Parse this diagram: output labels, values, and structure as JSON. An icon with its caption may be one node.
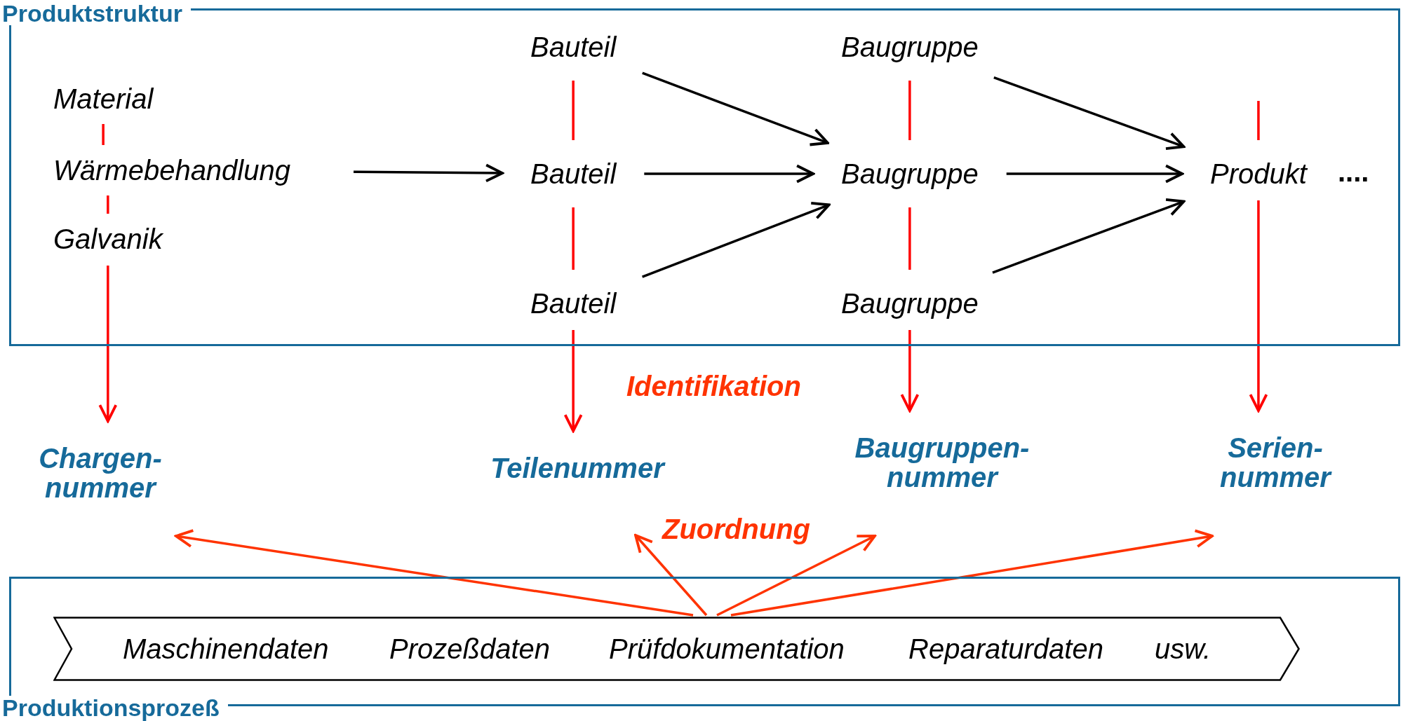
{
  "diagram": {
    "nodes": [
      {
        "text": [
          "Produktstruktur"
        ]
      },
      {
        "text": [
          "Material"
        ],
        "in": 0
      },
      {
        "text": [
          "Wärmebehandlung"
        ],
        "in": 0
      },
      {
        "text": [
          "Galvanik"
        ],
        "in": 0
      },
      {
        "text": [
          "Bauteil"
        ],
        "in": 0
      },
      {
        "text": [
          "Bauteil"
        ],
        "in": 0
      },
      {
        "text": [
          "Bauteil"
        ],
        "in": 0
      },
      {
        "text": [
          "Baugruppe"
        ],
        "in": 0
      },
      {
        "text": [
          "Baugruppe"
        ],
        "in": 0
      },
      {
        "text": [
          "Baugruppe"
        ],
        "in": 0
      },
      {
        "text": [
          "Produkt"
        ],
        "in": 0
      },
      {
        "text": [
          "Chargen- nummer"
        ]
      },
      {
        "text": [
          "Teilenummer"
        ]
      },
      {
        "text": [
          "Baugruppen- nummer"
        ]
      },
      {
        "text": [
          "Serien- nummer"
        ]
      },
      {
        "text": [
          "Produktionsprozeß"
        ]
      },
      {
        "text": [
          "Maschinendaten",
          "Prozeßdaten",
          "Prüfdokumentation",
          "Reparaturdaten",
          "usw."
        ],
        "in": 15
      }
    ],
    "edges": [
      {
        "from": 2,
        "to": 5,
        "arrow": "to",
        "color": "#000000"
      },
      {
        "from": 4,
        "to": 8,
        "arrow": "to",
        "color": "#000000"
      },
      {
        "from": 5,
        "to": 8,
        "arrow": "to",
        "color": "#000000"
      },
      {
        "from": 6,
        "to": 8,
        "arrow": "to",
        "color": "#000000"
      },
      {
        "from": 7,
        "to": 10,
        "arrow": "to",
        "color": "#000000"
      },
      {
        "from": 8,
        "to": 10,
        "arrow": "to",
        "color": "#000000"
      },
      {
        "from": 9,
        "to": 10,
        "arrow": "to",
        "color": "#000000"
      },
      {
        "from": 1,
        "to": 2,
        "arrow": "none",
        "color": "#ff0000"
      },
      {
        "from": 2,
        "to": 3,
        "arrow": "none",
        "color": "#ff0000"
      },
      {
        "from": 4,
        "to": 5,
        "arrow": "none",
        "color": "#ff0000"
      },
      {
        "from": 5,
        "to": 6,
        "arrow": "none",
        "color": "#ff0000"
      },
      {
        "from": 7,
        "to": 8,
        "arrow": "none",
        "color": "#ff0000"
      },
      {
        "from": 8,
        "to": 9,
        "arrow": "none",
        "color": "#ff0000"
      },
      {
        "from": null,
        "to": 10,
        "arrow": "none",
        "color": "#ff0000"
      },
      {
        "from": 3,
        "to": 11,
        "arrow": "to",
        "color": "#ff0000"
      },
      {
        "from": 6,
        "to": 12,
        "arrow": "to",
        "color": "#ff0000"
      },
      {
        "from": 9,
        "to": 13,
        "arrow": "to",
        "color": "#ff0000"
      },
      {
        "from": 10,
        "to": 14,
        "arrow": "to",
        "color": "#ff0000"
      },
      {
        "from": 16,
        "to": 11,
        "arrow": "to",
        "color": "#ff3300"
      },
      {
        "from": 16,
        "to": 12,
        "arrow": "to",
        "color": "#ff3300"
      },
      {
        "from": 16,
        "to": 13,
        "arrow": "to",
        "color": "#ff3300"
      },
      {
        "from": 16,
        "to": 14,
        "arrow": "to",
        "color": "#ff3300"
      }
    ],
    "labels": [
      "....",
      "Identifikation",
      "Zuordnung"
    ]
  }
}
